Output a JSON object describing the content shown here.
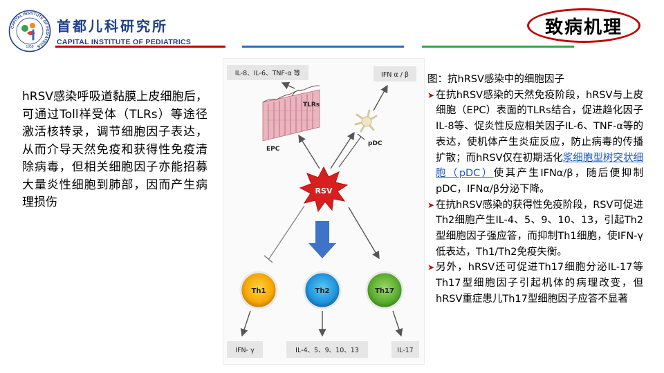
{
  "header": {
    "org_cn": "首都儿科研究所",
    "org_en": "CAPITAL INSTITUTE OF PEDIATRICS",
    "logo_ring_text": "CAPITAL INSTITUTE OF PEDIATRICS",
    "logo_year": "1958",
    "title": "致病机理"
  },
  "colors": {
    "accent_red": "#c00000",
    "brand_blue": "#1d3f86",
    "bar_blue": "#2f6ab8",
    "bar_green": "#37a24a",
    "link_blue": "#1a56c4"
  },
  "left_paragraph": "hRSV感染呼吸道黏膜上皮细胞后，可通过Toll样受体（TLRs）等途径激活核转录，调节细胞因子表达，从而介导天然免疫和获得性免疫清除病毒，但相关细胞因子亦能招募大量炎性细胞到肺部，因而产生病理损伤",
  "diagram": {
    "top_left_box": "IL-8、IL-6、TNF-α 等",
    "top_right_box": "IFN α / β",
    "tlrs": "TLRs",
    "epc": "EPC",
    "pdc": "pDC",
    "rsv": "RSV",
    "th1": "Th1",
    "th2": "Th2",
    "th17": "Th17",
    "bottom_left": "IFN- γ",
    "bottom_mid": "IL-4、5、9、10、13",
    "bottom_right": "IL-17"
  },
  "right": {
    "caption": "图：抗hRSV感染中的细胞因子",
    "b1_pre": "在抗hRSV感染的天然免疫阶段，hRSV与上皮细胞（EPC）表面的TLRs结合，促进趋化因子IL-8等、促炎性反应相关因子IL-6、TNF-α等的表达，使机体产生炎症反应，防止病毒的传播扩散；而hRSV仅在初期活化",
    "b1_link": "浆细胞型树突状细胞（pDC）",
    "b1_post": "使其产生IFNα/β，随后便抑制pDC，IFNα/β分泌下降。",
    "b2": "在抗hRSV感染的获得性免疫阶段，RSV可促进Th2细胞产生IL-4、5、9、10、13，引起Th2型细胞因子强应答，而抑制Th1细胞，使IFN-γ低表达，Th1/Th2免疫失衡。",
    "b3": "另外，hRSV还可促进Th17细胞分泌IL-17等Th17型细胞因子引起机体的病理改变，但hRSV重症患儿Th17型细胞因子应答不显著"
  }
}
